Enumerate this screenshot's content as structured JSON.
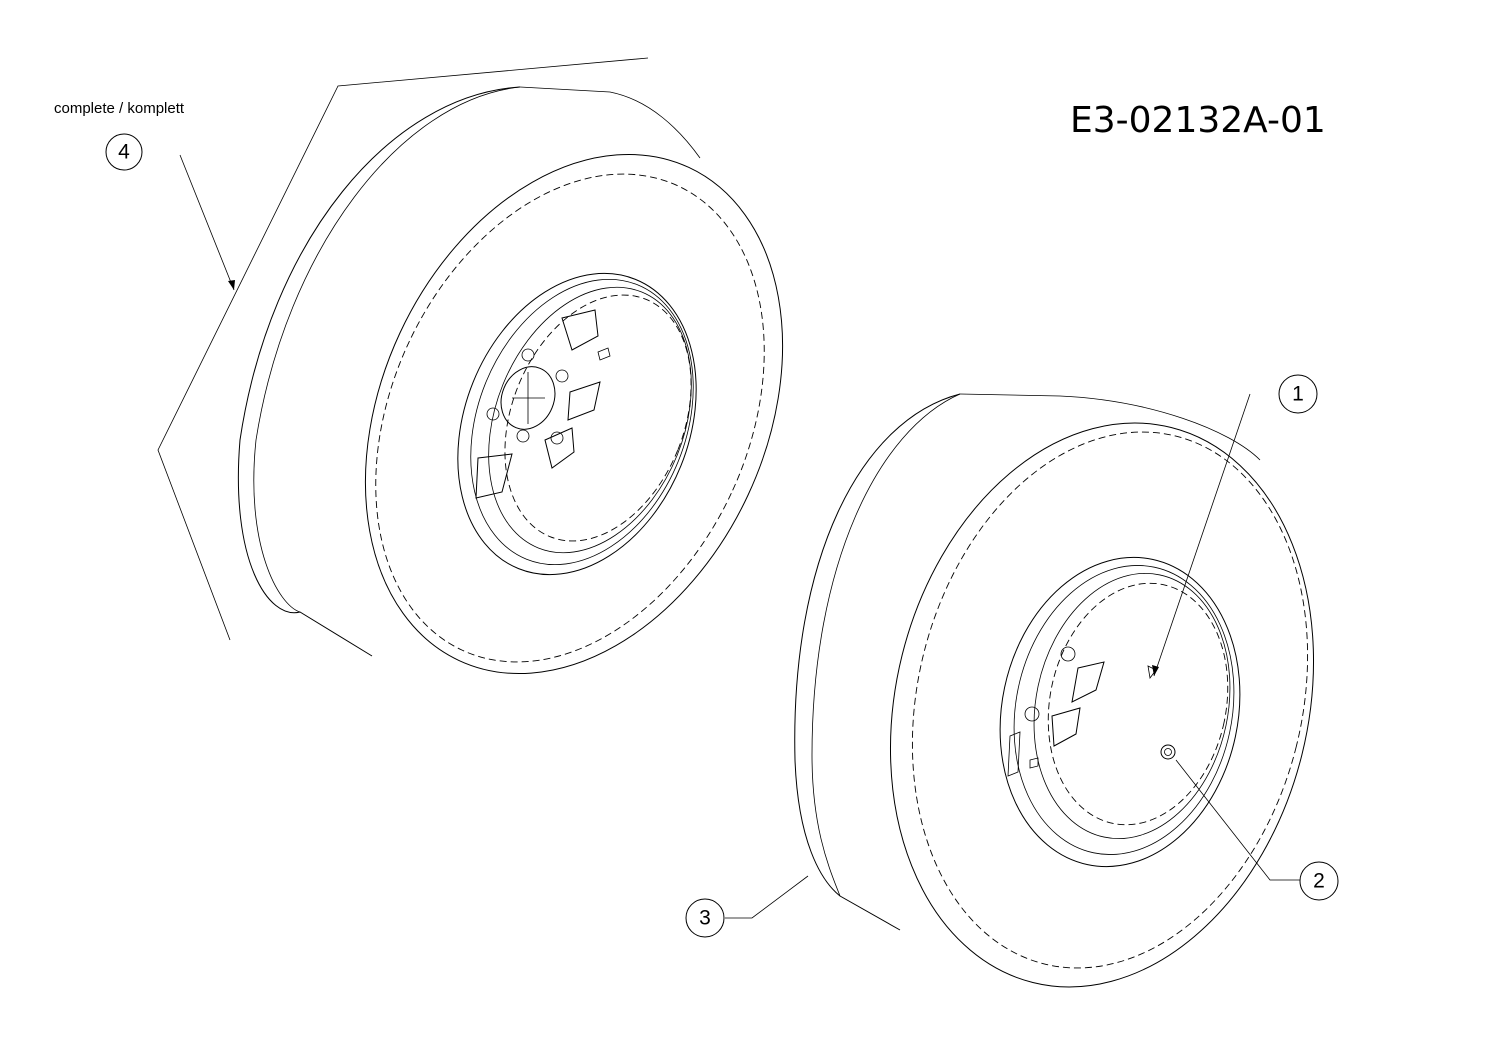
{
  "drawing_number": "E3-02132A-01",
  "assembly_note": "complete / komplett",
  "callouts": {
    "c1": "1",
    "c2": "2",
    "c3": "3",
    "c4": "4"
  }
}
